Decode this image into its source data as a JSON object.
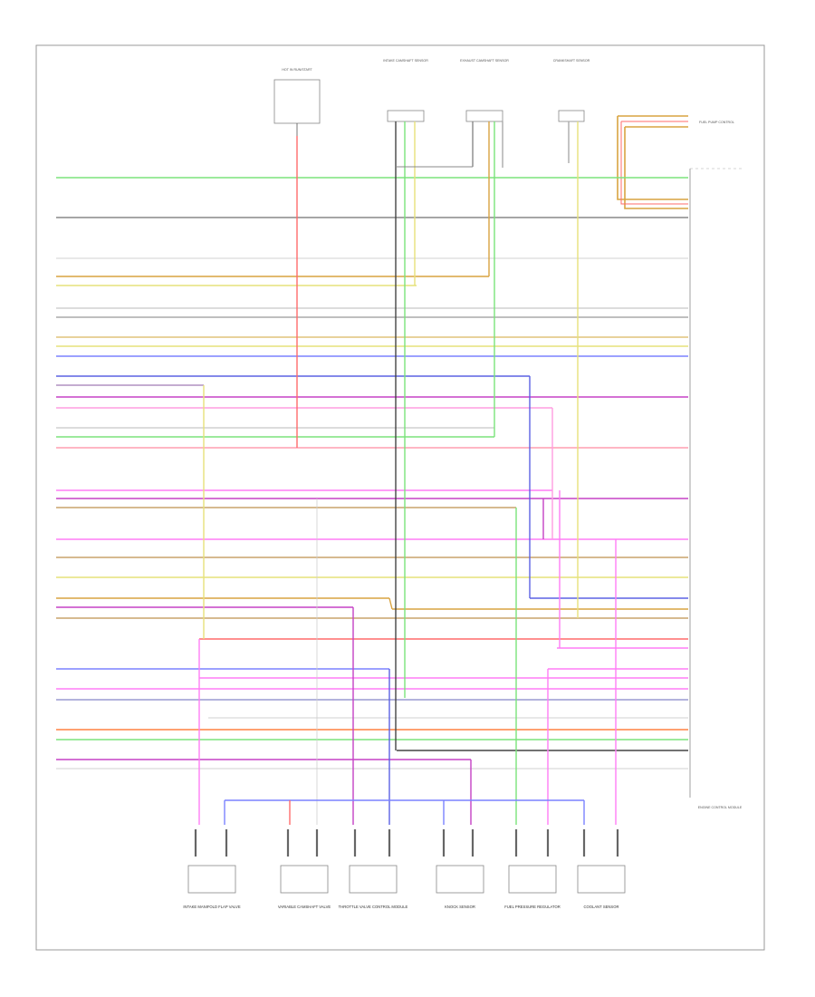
{
  "ecm_label": "ENGINE CONTROL MODULE",
  "footer_code": "",
  "top_components": [
    {
      "id": "fuse",
      "label": "HOT IN RUN/START"
    },
    {
      "id": "s1",
      "label": "INTAKE CAMSHAFT SENSOR"
    },
    {
      "id": "s2",
      "label": "EXHAUST CAMSHAFT SENSOR"
    },
    {
      "id": "s3",
      "label": "CRANKSHAFT SENSOR"
    }
  ],
  "bottom_components": [
    {
      "id": "b1",
      "label": "INTAKE MANIFOLD FLAP VALVE"
    },
    {
      "id": "b2",
      "label": "VARIABLE CAMSHAFT VALVE"
    },
    {
      "id": "b3",
      "label": "THROTTLE VALVE CONTROL MODULE"
    },
    {
      "id": "b4",
      "label": "KNOCK SENSOR"
    },
    {
      "id": "b5",
      "label": "FUEL PRESSURE REGULATOR"
    },
    {
      "id": "b6",
      "label": "COOLANT SENSOR"
    }
  ],
  "right_block_label": "FUEL PUMP CONTROL",
  "wire_colors": {
    "grn": "#7be37b",
    "brn": "#7a4a2a",
    "gry": "#9a9a9a",
    "org": "#d9a441",
    "wht": "#d8d8d8",
    "yel": "#e6e27a",
    "blu": "#5b62e3",
    "vio": "#c542c5",
    "pnk": "#ff7df5",
    "red": "#ff6b6b",
    "blk": "#444444",
    "tan": "#c9a36b"
  }
}
